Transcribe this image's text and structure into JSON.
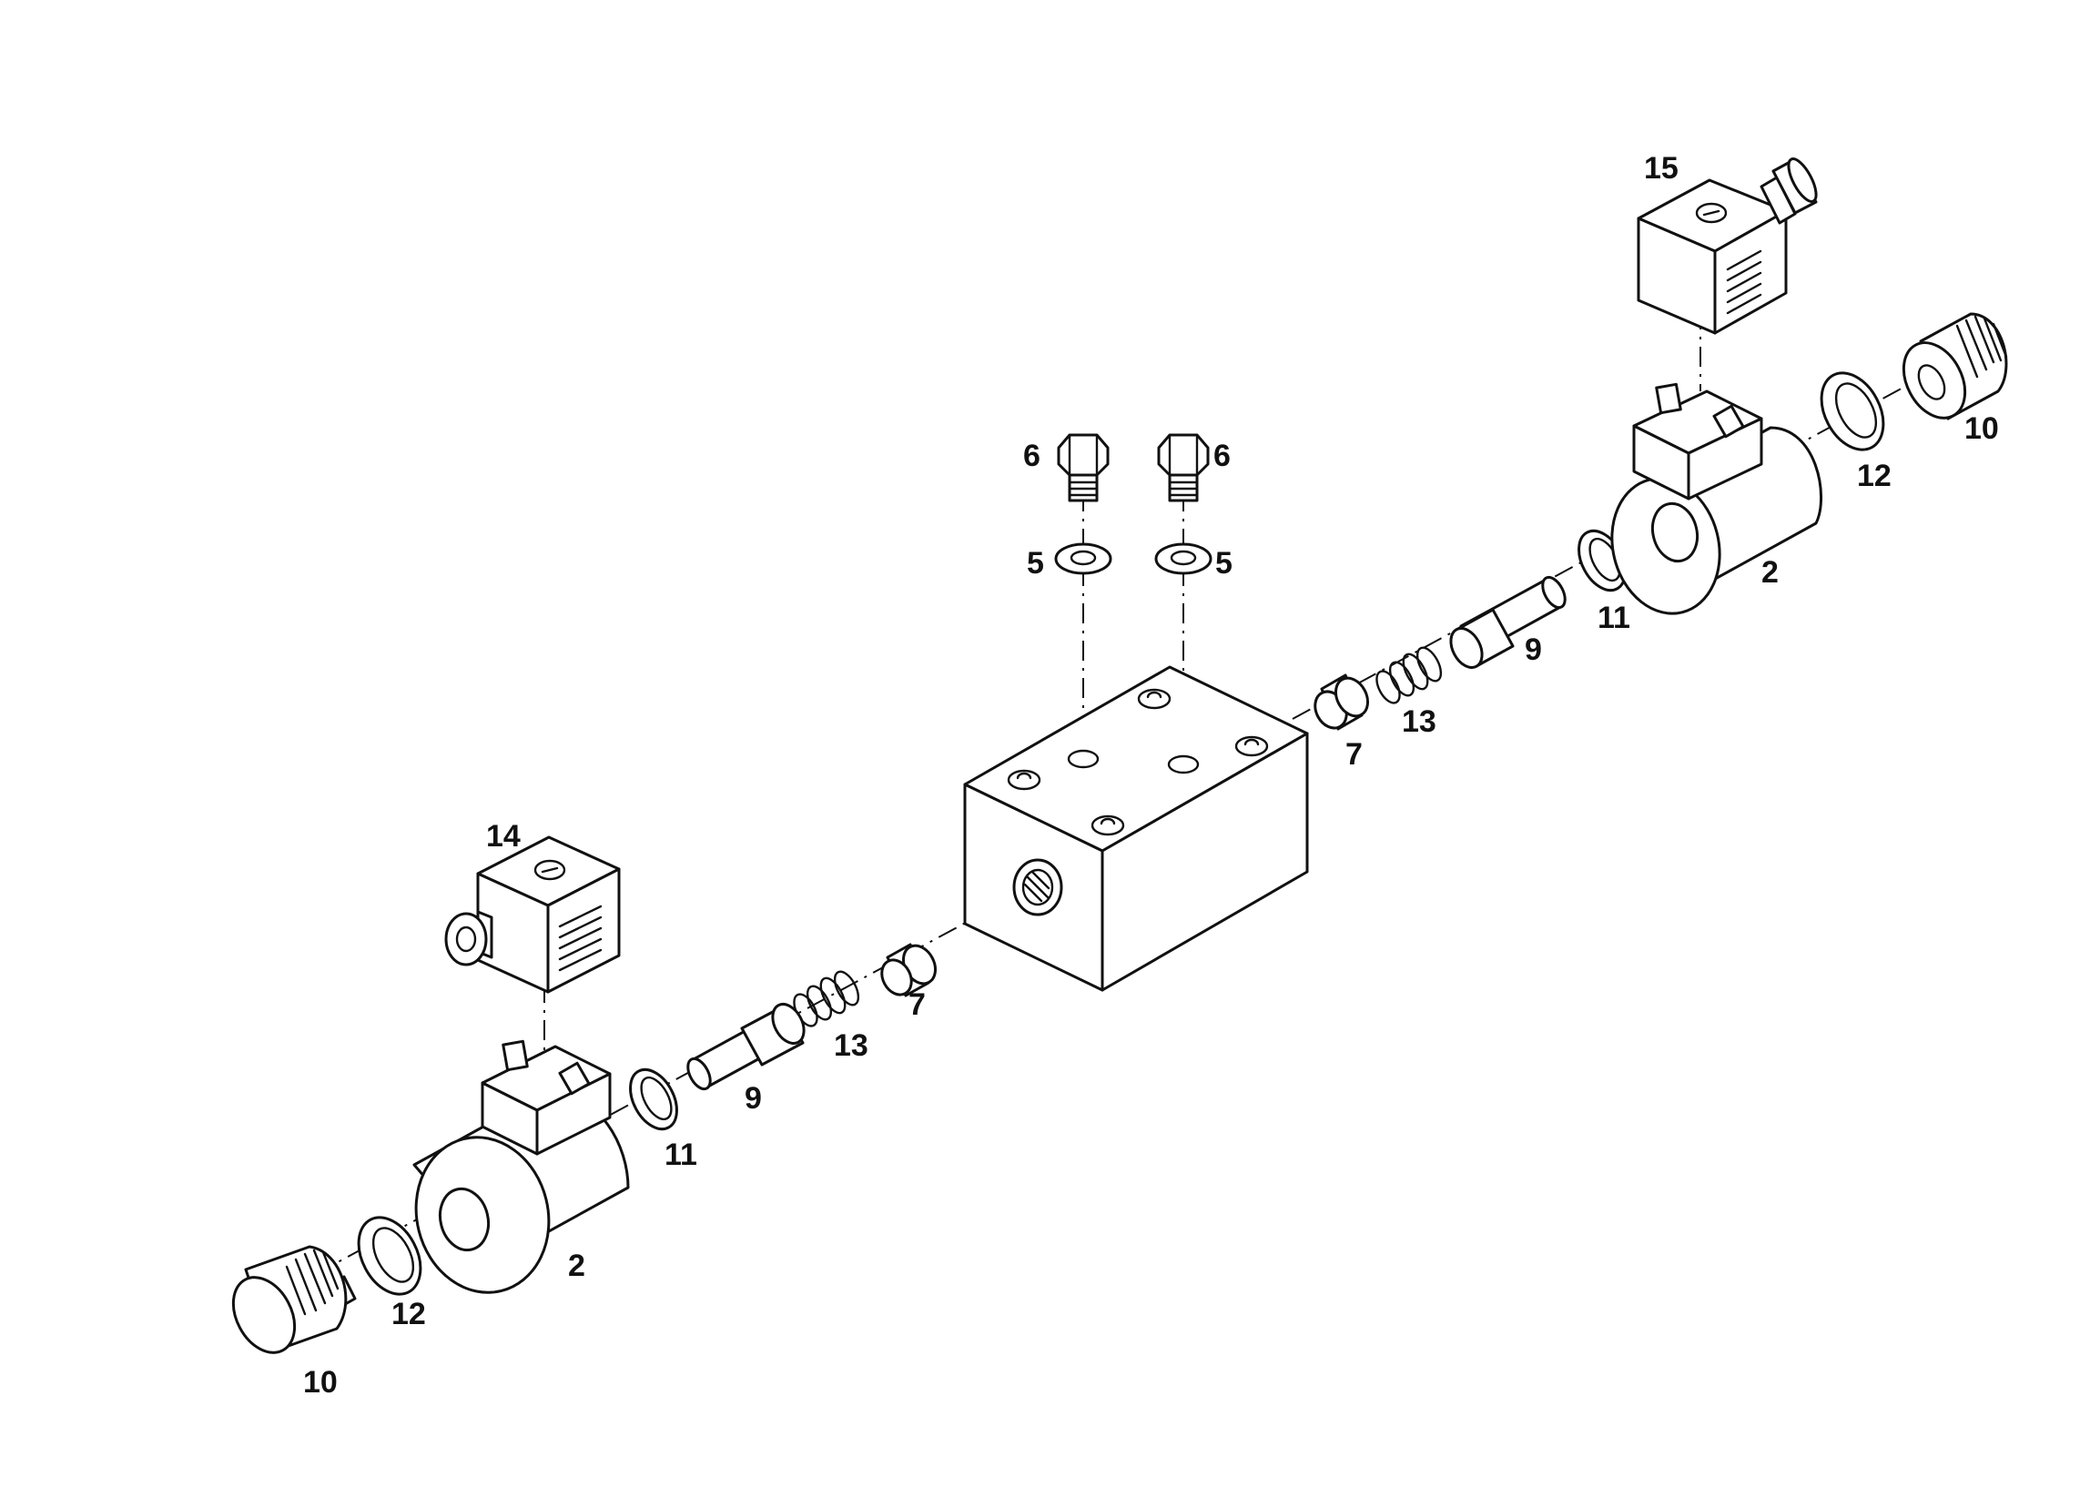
{
  "callouts": {
    "c1": "15",
    "c2": "10",
    "c3": "12",
    "c4": "2",
    "c5": "6",
    "c6": "6",
    "c7": "5",
    "c8": "5",
    "c9": "11",
    "c10": "9",
    "c11": "13",
    "c12": "7",
    "c13": "14",
    "c14": "7",
    "c15": "13",
    "c16": "9",
    "c17": "11",
    "c18": "2",
    "c19": "12",
    "c20": "10"
  }
}
